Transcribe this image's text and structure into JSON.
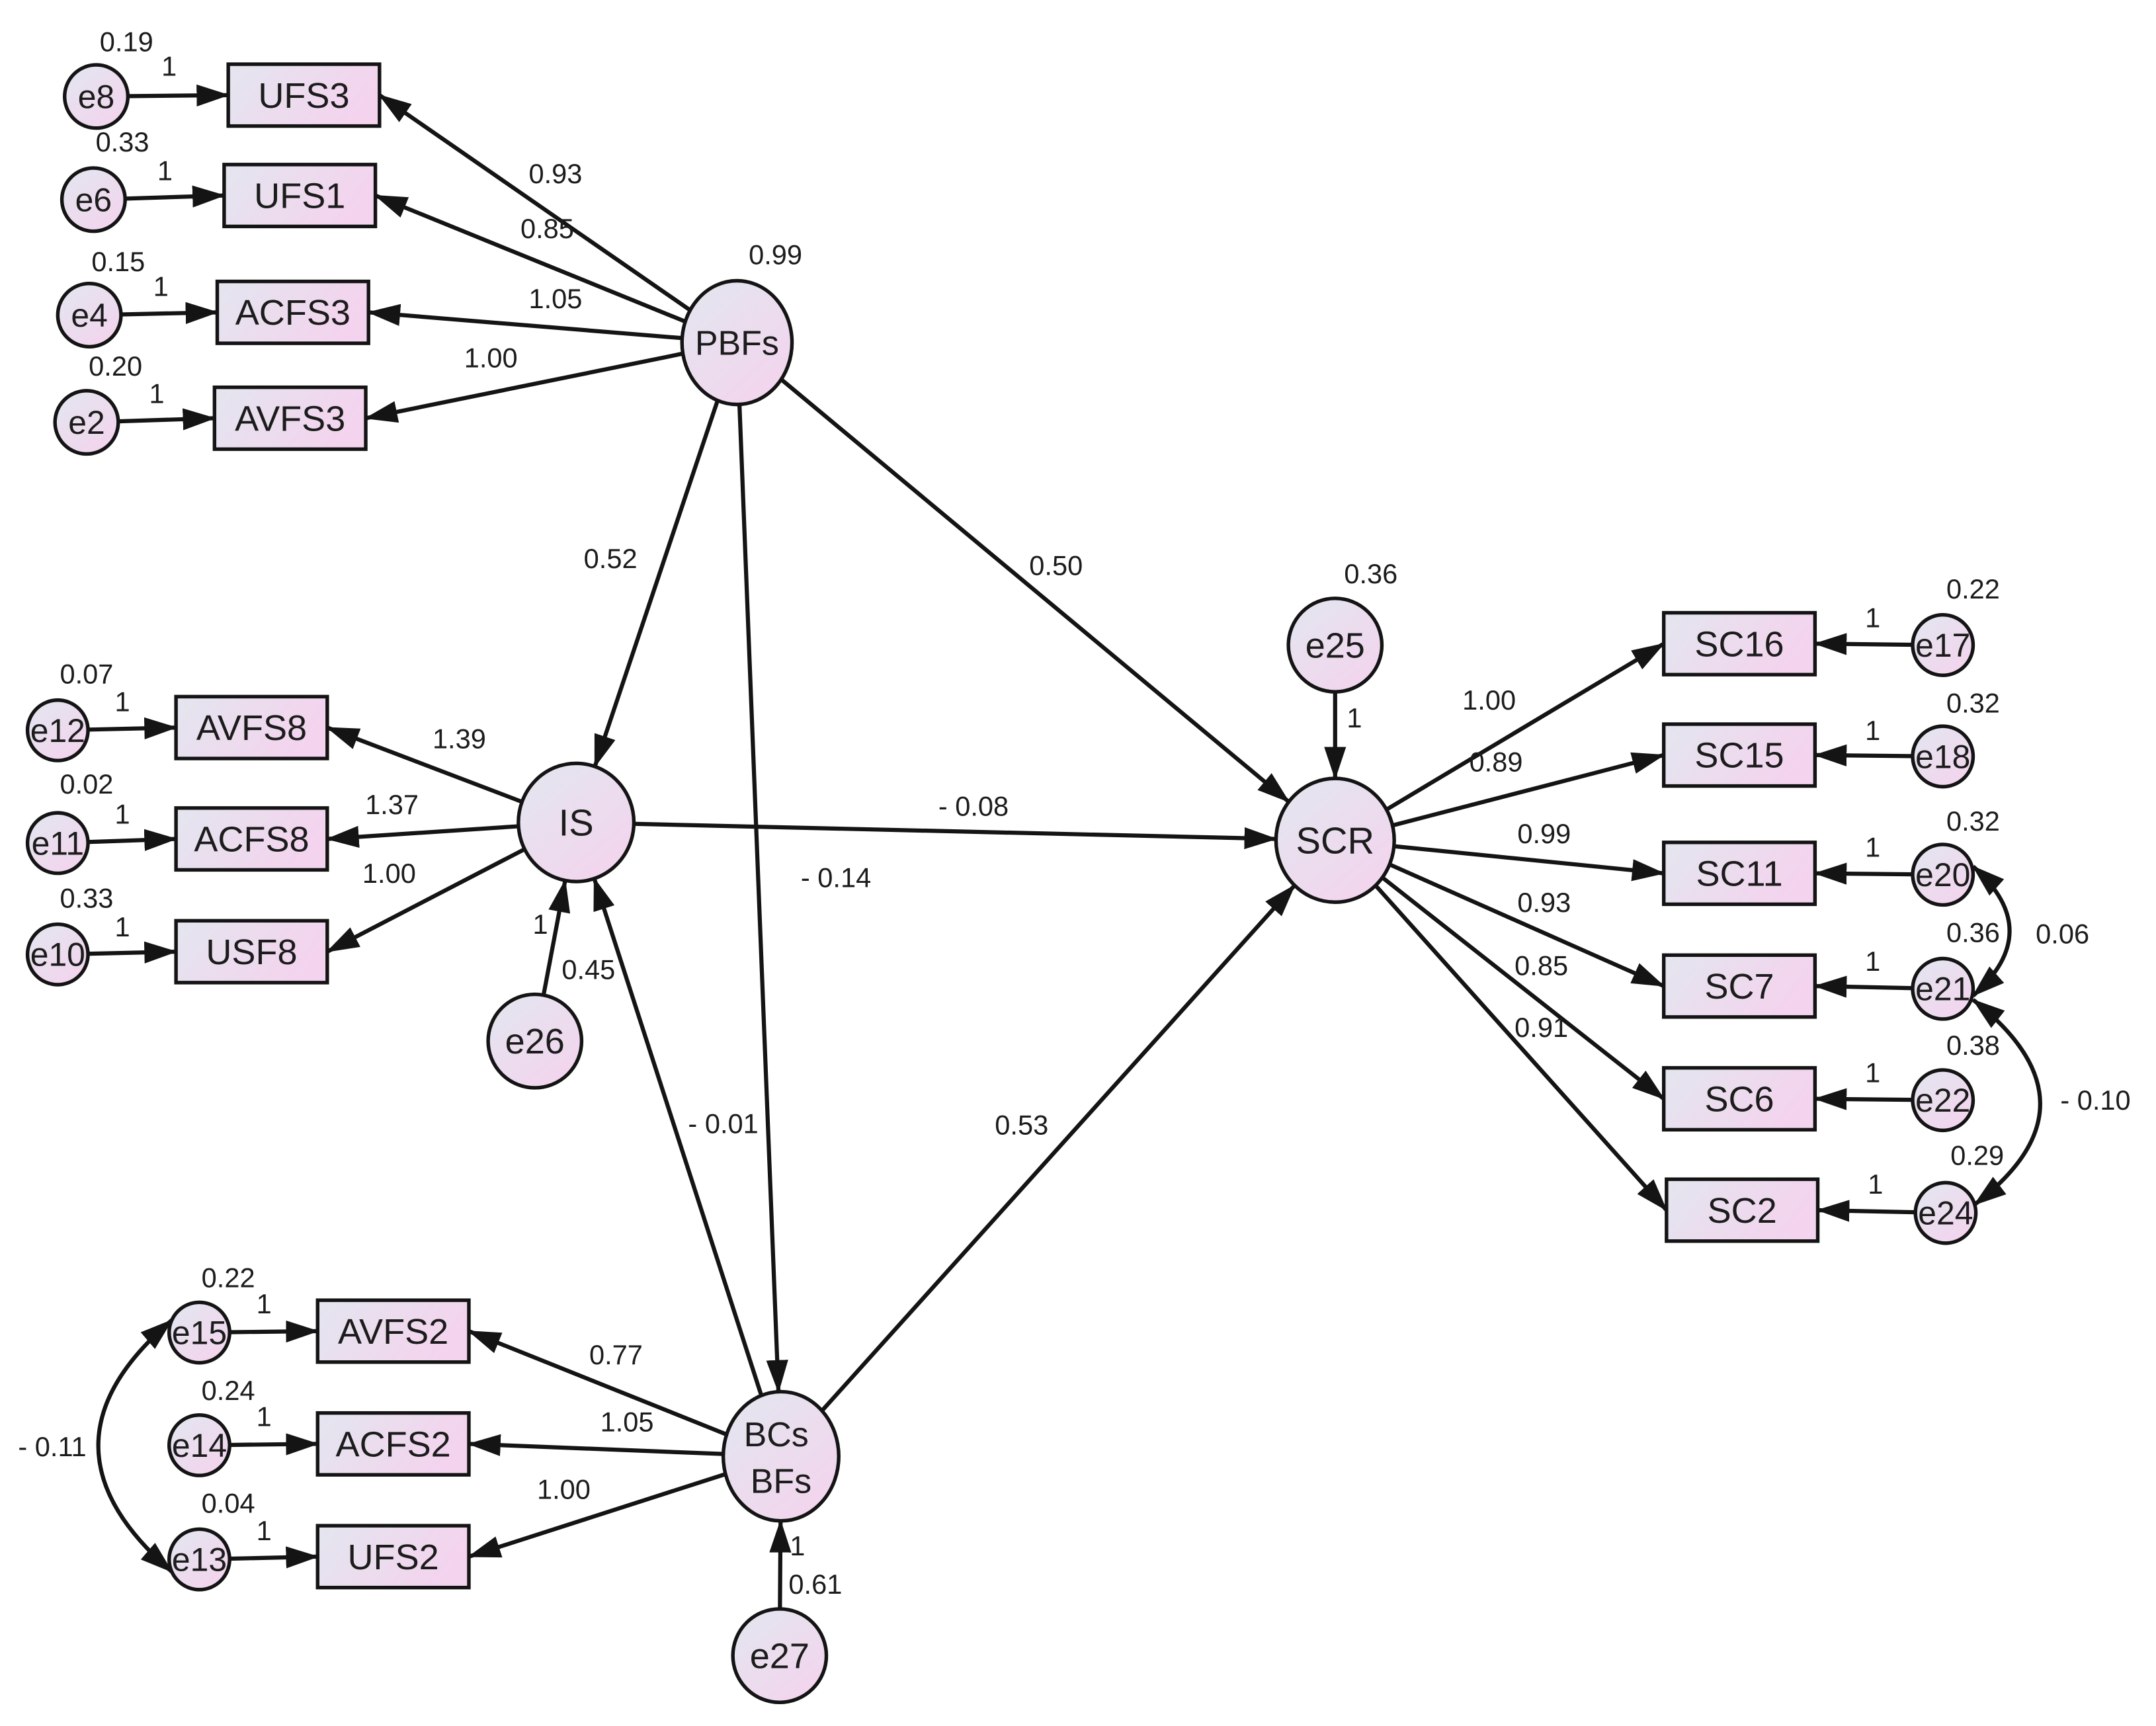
{
  "diagram": {
    "latent_variables": [
      {
        "label": "PBFs",
        "variance": "0.99"
      },
      {
        "label": "IS"
      },
      {
        "label": "SCR"
      },
      {
        "label": "BCs BFs"
      }
    ],
    "observed_variables": [
      {
        "label": "UFS3"
      },
      {
        "label": "UFS1"
      },
      {
        "label": "ACFS3"
      },
      {
        "label": "AVFS3"
      },
      {
        "label": "AVFS8"
      },
      {
        "label": "ACFS8"
      },
      {
        "label": "USF8"
      },
      {
        "label": "SC16"
      },
      {
        "label": "SC15"
      },
      {
        "label": "SC11"
      },
      {
        "label": "SC7"
      },
      {
        "label": "SC6"
      },
      {
        "label": "SC2"
      },
      {
        "label": "AVFS2"
      },
      {
        "label": "ACFS2"
      },
      {
        "label": "UFS2"
      }
    ],
    "error_terms": [
      {
        "label": "e8",
        "variance": "0.19"
      },
      {
        "label": "e6",
        "variance": "0.33"
      },
      {
        "label": "e4",
        "variance": "0.15"
      },
      {
        "label": "e2",
        "variance": "0.20"
      },
      {
        "label": "e12",
        "variance": "0.07"
      },
      {
        "label": "e11",
        "variance": "0.02"
      },
      {
        "label": "e10",
        "variance": "0.33"
      },
      {
        "label": "e17",
        "variance": "0.22"
      },
      {
        "label": "e18",
        "variance": "0.32"
      },
      {
        "label": "e20",
        "variance": "0.32"
      },
      {
        "label": "e21",
        "variance": "0.36"
      },
      {
        "label": "e22",
        "variance": "0.38"
      },
      {
        "label": "e24",
        "variance": "0.29"
      },
      {
        "label": "e15",
        "variance": "0.22"
      },
      {
        "label": "e14",
        "variance": "0.24"
      },
      {
        "label": "e13",
        "variance": "0.04"
      },
      {
        "label": "e25",
        "variance": "0.36"
      },
      {
        "label": "e26",
        "variance": "0.45"
      },
      {
        "label": "e27",
        "variance": "0.61"
      }
    ],
    "paths": [
      {
        "from": "e8",
        "to": "UFS3",
        "coefficient": "1"
      },
      {
        "from": "e6",
        "to": "UFS1",
        "coefficient": "1"
      },
      {
        "from": "e4",
        "to": "ACFS3",
        "coefficient": "1"
      },
      {
        "from": "e2",
        "to": "AVFS3",
        "coefficient": "1"
      },
      {
        "from": "PBFs",
        "to": "UFS3",
        "coefficient": "0.93"
      },
      {
        "from": "PBFs",
        "to": "UFS1",
        "coefficient": "0.85"
      },
      {
        "from": "PBFs",
        "to": "ACFS3",
        "coefficient": "1.05"
      },
      {
        "from": "PBFs",
        "to": "AVFS3",
        "coefficient": "1.00"
      },
      {
        "from": "PBFs",
        "to": "IS",
        "coefficient": "0.52"
      },
      {
        "from": "PBFs",
        "to": "SCR",
        "coefficient": "0.50"
      },
      {
        "from": "PBFs",
        "to": "BCs BFs",
        "coefficient": "- 0.14"
      },
      {
        "from": "e12",
        "to": "AVFS8",
        "coefficient": "1"
      },
      {
        "from": "e11",
        "to": "ACFS8",
        "coefficient": "1"
      },
      {
        "from": "e10",
        "to": "USF8",
        "coefficient": "1"
      },
      {
        "from": "IS",
        "to": "AVFS8",
        "coefficient": "1.39"
      },
      {
        "from": "IS",
        "to": "ACFS8",
        "coefficient": "1.37"
      },
      {
        "from": "IS",
        "to": "USF8",
        "coefficient": "1.00"
      },
      {
        "from": "IS",
        "to": "SCR",
        "coefficient": "- 0.08"
      },
      {
        "from": "e26",
        "to": "IS",
        "coefficient": "1"
      },
      {
        "from": "e25",
        "to": "SCR",
        "coefficient": "1"
      },
      {
        "from": "SCR",
        "to": "SC16",
        "coefficient": "1.00"
      },
      {
        "from": "SCR",
        "to": "SC15",
        "coefficient": "0.89"
      },
      {
        "from": "SCR",
        "to": "SC11",
        "coefficient": "0.99"
      },
      {
        "from": "SCR",
        "to": "SC7",
        "coefficient": "0.93"
      },
      {
        "from": "SCR",
        "to": "SC6",
        "coefficient": "0.85"
      },
      {
        "from": "SCR",
        "to": "SC2",
        "coefficient": "0.91"
      },
      {
        "from": "e17",
        "to": "SC16",
        "coefficient": "1"
      },
      {
        "from": "e18",
        "to": "SC15",
        "coefficient": "1"
      },
      {
        "from": "e20",
        "to": "SC11",
        "coefficient": "1"
      },
      {
        "from": "e21",
        "to": "SC7",
        "coefficient": "1"
      },
      {
        "from": "e22",
        "to": "SC6",
        "coefficient": "1"
      },
      {
        "from": "e24",
        "to": "SC2",
        "coefficient": "1"
      },
      {
        "from": "BCs BFs",
        "to": "IS",
        "coefficient": "- 0.01"
      },
      {
        "from": "BCs BFs",
        "to": "SCR",
        "coefficient": "0.53"
      },
      {
        "from": "BCs BFs",
        "to": "AVFS2",
        "coefficient": "0.77"
      },
      {
        "from": "BCs BFs",
        "to": "ACFS2",
        "coefficient": "1.05"
      },
      {
        "from": "BCs BFs",
        "to": "UFS2",
        "coefficient": "1.00"
      },
      {
        "from": "e15",
        "to": "AVFS2",
        "coefficient": "1"
      },
      {
        "from": "e14",
        "to": "ACFS2",
        "coefficient": "1"
      },
      {
        "from": "e13",
        "to": "UFS2",
        "coefficient": "1"
      },
      {
        "from": "e27",
        "to": "BCs BFs",
        "coefficient": "1"
      }
    ],
    "covariances": [
      {
        "between": [
          "e20",
          "e21"
        ],
        "value": "0.06"
      },
      {
        "between": [
          "e21",
          "e24"
        ],
        "value": "- 0.10"
      },
      {
        "between": [
          "e15",
          "e13"
        ],
        "value": "- 0.11"
      }
    ]
  },
  "colors": {
    "line": "#141414",
    "node_fill_light": "#e3e6ef",
    "node_fill_pink": "#f4d3ee",
    "text": "#1c1c1c",
    "background": "#ffffff"
  }
}
